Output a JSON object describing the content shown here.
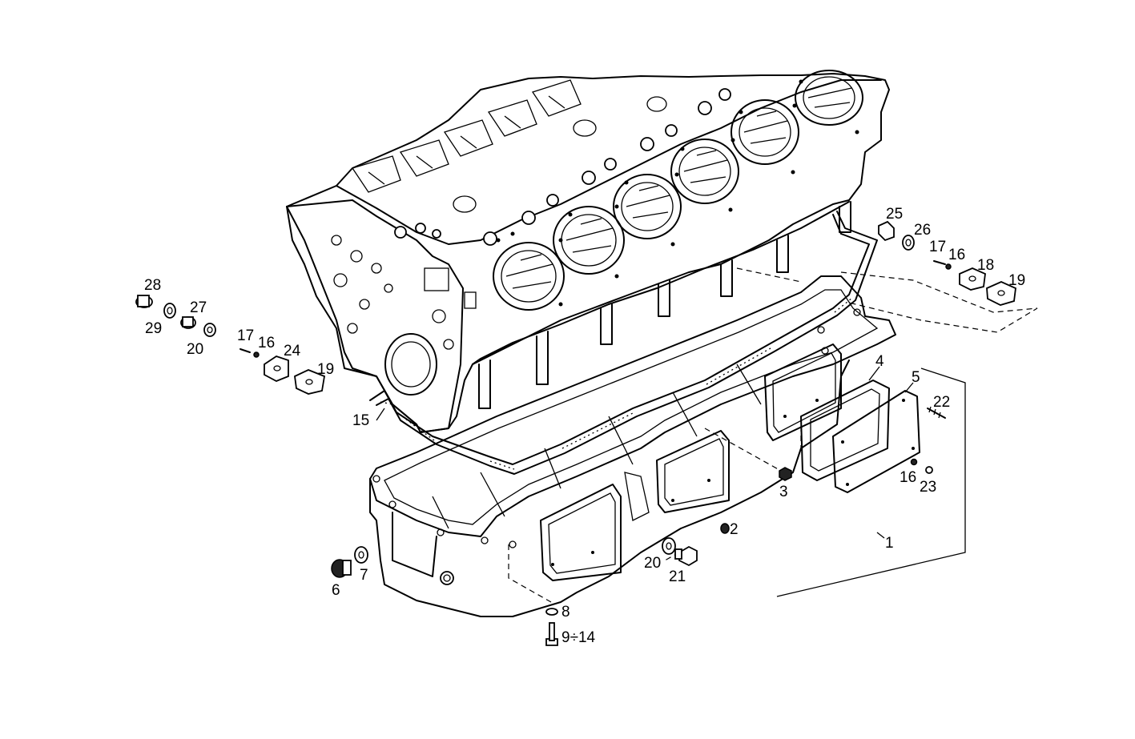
{
  "callouts": [
    {
      "id": "c28",
      "text": "28"
    },
    {
      "id": "c29",
      "text": "29"
    },
    {
      "id": "c27",
      "text": "27"
    },
    {
      "id": "c20a",
      "text": "20"
    },
    {
      "id": "c17a",
      "text": "17"
    },
    {
      "id": "c16a",
      "text": "16"
    },
    {
      "id": "c24",
      "text": "24"
    },
    {
      "id": "c19a",
      "text": "19"
    },
    {
      "id": "c15",
      "text": "15"
    },
    {
      "id": "c25",
      "text": "25"
    },
    {
      "id": "c26",
      "text": "26"
    },
    {
      "id": "c17b",
      "text": "17"
    },
    {
      "id": "c16b",
      "text": "16"
    },
    {
      "id": "c18",
      "text": "18"
    },
    {
      "id": "c19b",
      "text": "19"
    },
    {
      "id": "c4",
      "text": "4"
    },
    {
      "id": "c5",
      "text": "5"
    },
    {
      "id": "c22",
      "text": "22"
    },
    {
      "id": "c3",
      "text": "3"
    },
    {
      "id": "c16c",
      "text": "16"
    },
    {
      "id": "c23",
      "text": "23"
    },
    {
      "id": "c2",
      "text": "2"
    },
    {
      "id": "c1",
      "text": "1"
    },
    {
      "id": "c20b",
      "text": "20"
    },
    {
      "id": "c21",
      "text": "21"
    },
    {
      "id": "c6",
      "text": "6"
    },
    {
      "id": "c7",
      "text": "7"
    },
    {
      "id": "c8",
      "text": "8"
    },
    {
      "id": "c9_14",
      "text": "9÷14"
    }
  ]
}
